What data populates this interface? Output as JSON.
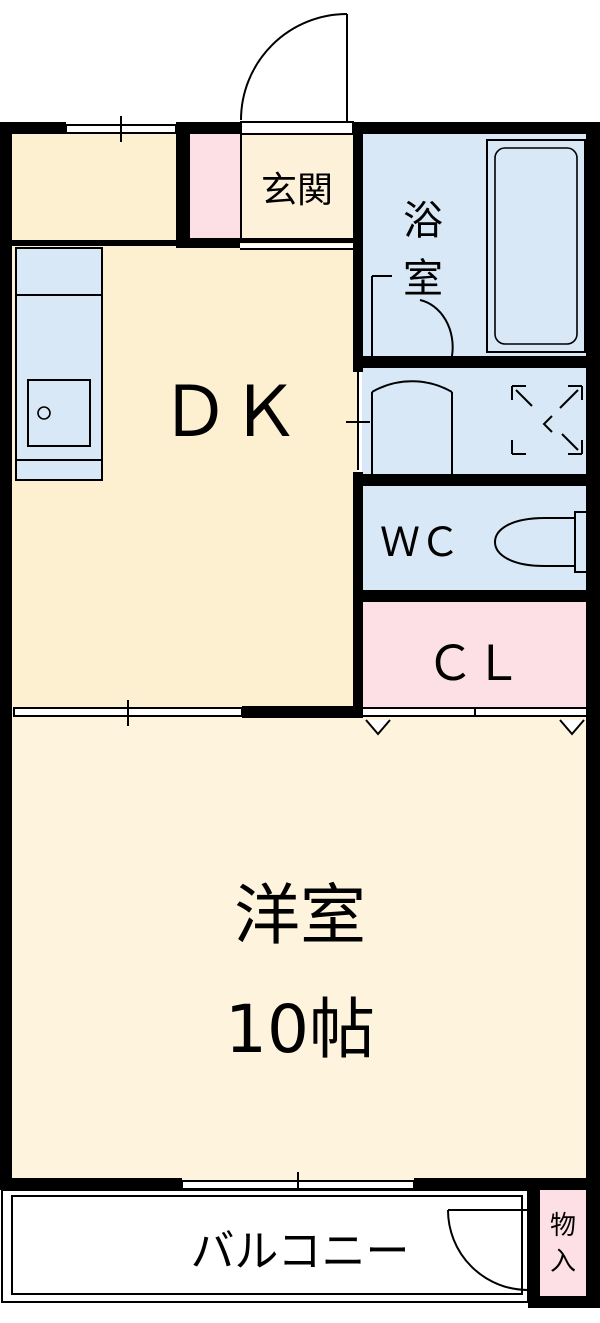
{
  "rooms": {
    "entrance": "玄関",
    "bath_line1": "浴",
    "bath_line2": "室",
    "dk": "ＤＫ",
    "wc": "ＷＣ",
    "closet": "ＣＬ",
    "western_room": "洋室",
    "western_size": "10帖",
    "balcony": "バルコニー",
    "storage_line1": "物",
    "storage_line2": "入"
  },
  "colors": {
    "wall": "#000000",
    "floor_dk": "#fdf0d0",
    "floor_western": "#fef3dc",
    "wet_area": "#d9e8f6",
    "closet": "#fde0e6",
    "entrance": "#fdf1da",
    "background": "#ffffff"
  }
}
